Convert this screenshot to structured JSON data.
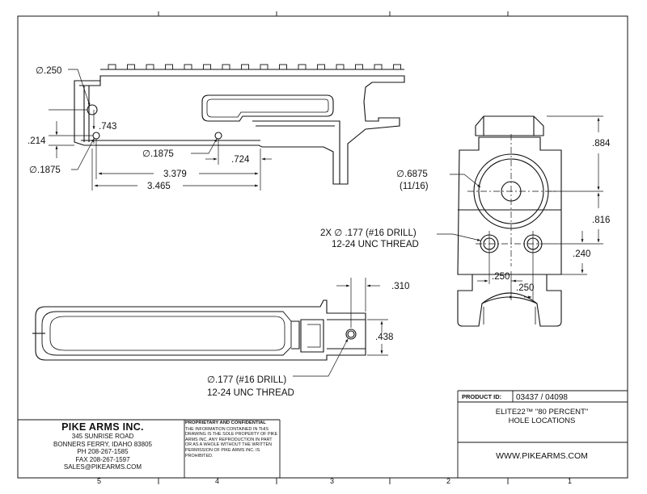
{
  "callouts": {
    "dia_250": "∅.250",
    "dim_743": ".743",
    "dim_214": ".214",
    "dia_1875_left": "∅.1875",
    "dia_1875_mid": "∅.1875",
    "dim_724": ".724",
    "dim_3379": "3.379",
    "dim_3465": "3.465",
    "dia_6875": "∅.6875",
    "frac_11_16": "(11/16)",
    "dim_884": ".884",
    "dim_816": ".816",
    "holes_line1": "2X ∅ .177 (#16 DRILL)",
    "holes_line2": "12-24 UNC THREAD",
    "dim_240": ".240",
    "dim_250_a": ".250",
    "dim_250_b": ".250",
    "dim_310": ".310",
    "dim_438": ".438",
    "bottom_hole_line1": "∅.177 (#16 DRILL)",
    "bottom_hole_line2": "12-24 UNC THREAD"
  },
  "title_block": {
    "company_name": "PIKE ARMS INC.",
    "address1": "345 SUNRISE ROAD",
    "address2": "BONNERS FERRY, IDAHO 83805",
    "phone": "PH 208-267-1585",
    "fax": "FAX 208-267-1597",
    "email": "SALES@PIKEARMS.COM",
    "proprietary_heading": "PROPRIETARY AND CONFIDENTIAL",
    "proprietary_text": "THE INFORMATION CONTAINED IN THIS DRAWING IS THE SOLE PROPERTY OF PIKE ARMS INC. ANY REPRODUCTION IN PART OR AS A WHOLE WITHOUT THE WRITTEN PERMISSION OF PIKE ARMS INC. IS PROHIBITED.",
    "product_id_label": "PRODUCT ID:",
    "product_id_value": "03437 / 04098",
    "title_line1": "ELITE22™ \"80 PERCENT\"",
    "title_line2": "HOLE  LOCATIONS",
    "website": "WWW.PIKEARMS.COM"
  },
  "zones": [
    "5",
    "4",
    "3",
    "2",
    "1"
  ]
}
